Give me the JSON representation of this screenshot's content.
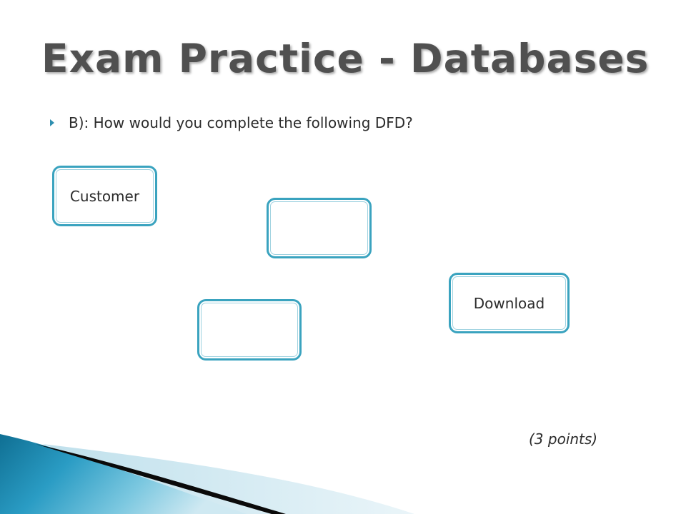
{
  "slide": {
    "title": "Exam Practice - Databases",
    "bullet_text": "B): How would you complete the following DFD?",
    "points_label": "(3 points)"
  },
  "diagram": {
    "boxes": [
      {
        "id": "customer",
        "label": "Customer"
      },
      {
        "id": "blank-1",
        "label": ""
      },
      {
        "id": "download",
        "label": "Download"
      },
      {
        "id": "blank-2",
        "label": ""
      }
    ]
  },
  "theme": {
    "accent": "#3aa3bf",
    "title_color": "#505050",
    "text_color": "#2b2b2b",
    "wave_dark": "#0f6f93",
    "wave_light": "#7cc8e0"
  },
  "icons": {
    "bullet": "triangle-right-bullet-icon"
  }
}
